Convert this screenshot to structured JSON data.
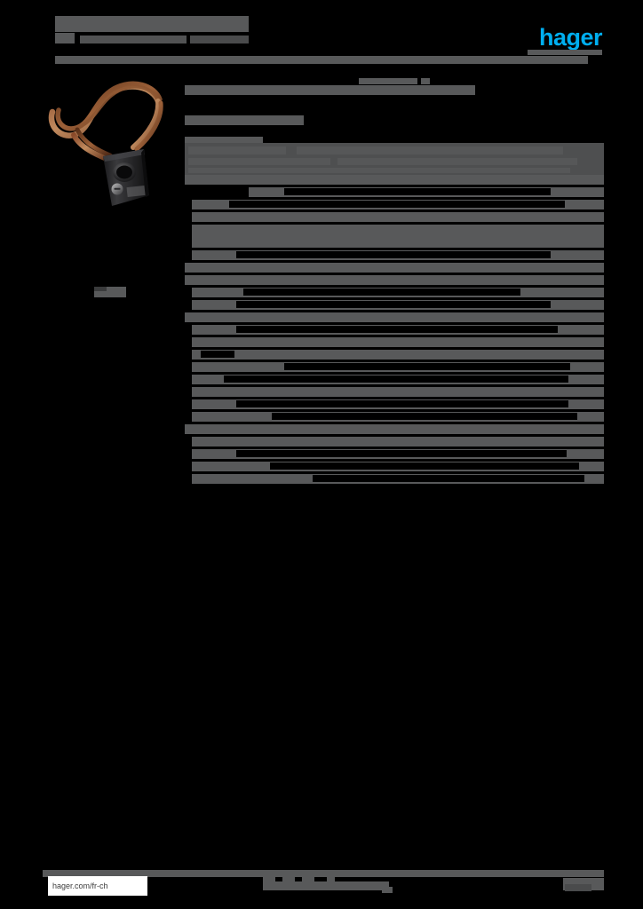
{
  "document": {
    "kind": "product-datasheet",
    "redacted": true,
    "title_redacted": true,
    "brand": "hager",
    "brand_color": "#00AEEF"
  },
  "header": {
    "title": "",
    "subtitle": "",
    "logo_text": "hager",
    "rule": true
  },
  "left": {
    "photo_alt": "current-transformer-product-photo",
    "caption": ""
  },
  "main": {
    "headline": "",
    "reference_line": "",
    "description_line": "",
    "section_label": ""
  },
  "table": {
    "header": {
      "label": "",
      "columns": [
        "",
        ""
      ]
    },
    "rows": [
      {
        "label": "",
        "value": "",
        "h": 11,
        "lw": 0,
        "vx": 0,
        "vw": 0
      },
      {
        "label": "",
        "value": "",
        "h": 11,
        "lw": 72,
        "vx": 112,
        "vw": 300
      },
      {
        "label": "",
        "value": "",
        "h": 11,
        "lw": 8,
        "vx": 50,
        "vw": 378
      },
      {
        "label": "",
        "value": "",
        "h": 11,
        "lw": 8,
        "vx": 0,
        "vw": 0
      },
      {
        "label": "",
        "value": "",
        "h": 26,
        "lw": 8,
        "vx": 0,
        "vw": 0
      },
      {
        "label": "",
        "value": "",
        "h": 11,
        "lw": 8,
        "vx": 58,
        "vw": 354
      },
      {
        "label": "",
        "value": "",
        "h": 11,
        "lw": 0,
        "vx": 0,
        "vw": 0
      },
      {
        "label": "",
        "value": "",
        "h": 11,
        "lw": 0,
        "vx": 0,
        "vw": 0
      },
      {
        "label": "",
        "value": "",
        "h": 11,
        "lw": 8,
        "vx": 66,
        "vw": 312
      },
      {
        "label": "",
        "value": "",
        "h": 11,
        "lw": 8,
        "vx": 58,
        "vw": 354
      },
      {
        "label": "",
        "value": "",
        "h": 11,
        "lw": 0,
        "vx": 0,
        "vw": 0
      },
      {
        "label": "",
        "value": "",
        "h": 11,
        "lw": 8,
        "vx": 58,
        "vw": 362
      },
      {
        "label": "",
        "value": "",
        "h": 11,
        "lw": 8,
        "vx": 0,
        "vw": 0
      },
      {
        "label": "",
        "value": "",
        "h": 11,
        "lw": 8,
        "vx": 18,
        "vw": 38
      },
      {
        "label": "",
        "value": "",
        "h": 11,
        "lw": 8,
        "vx": 112,
        "vw": 322
      },
      {
        "label": "",
        "value": "",
        "h": 11,
        "lw": 8,
        "vx": 44,
        "vw": 388
      },
      {
        "label": "",
        "value": "",
        "h": 11,
        "lw": 8,
        "vx": 0,
        "vw": 0
      },
      {
        "label": "",
        "value": "",
        "h": 11,
        "lw": 8,
        "vx": 58,
        "vw": 374
      },
      {
        "label": "",
        "value": "",
        "h": 11,
        "lw": 8,
        "vx": 98,
        "vw": 344
      },
      {
        "label": "",
        "value": "",
        "h": 11,
        "lw": 0,
        "vx": 0,
        "vw": 0
      },
      {
        "label": "",
        "value": "",
        "h": 11,
        "lw": 8,
        "vx": 0,
        "vw": 0
      },
      {
        "label": "",
        "value": "",
        "h": 11,
        "lw": 8,
        "vx": 58,
        "vw": 372
      },
      {
        "label": "",
        "value": "",
        "h": 11,
        "lw": 8,
        "vx": 96,
        "vw": 348
      },
      {
        "label": "",
        "value": "",
        "h": 11,
        "lw": 8,
        "vx": 144,
        "vw": 306
      }
    ]
  },
  "footer": {
    "url": "hager.com/fr-ch",
    "center_text": "",
    "page_number": "",
    "rule": true
  }
}
